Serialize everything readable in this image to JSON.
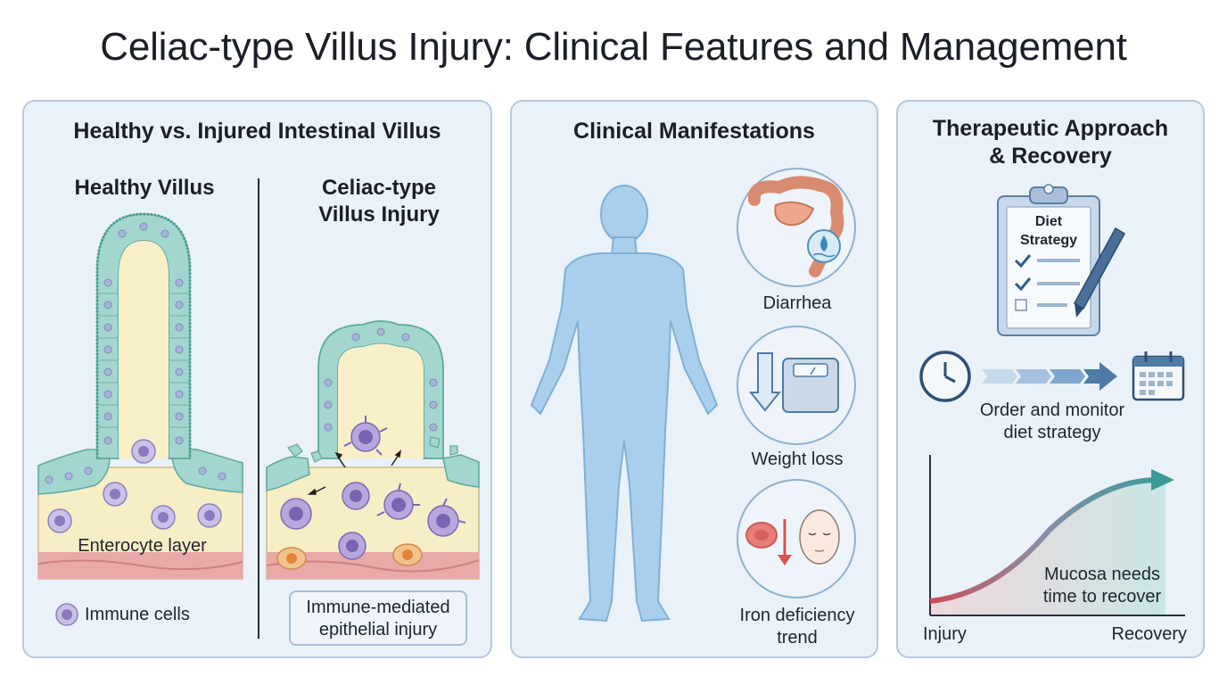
{
  "title": "Celiac-type Villus Injury: Clinical Features and Management",
  "villus_panel": {
    "title": "Healthy vs. Injured Intestinal Villus",
    "healthy_label": "Healthy Villus",
    "injured_label_line1": "Celiac-type",
    "injured_label_line2": "Villus Injury",
    "enterocyte_label": "Enterocyte layer",
    "immune_legend": "Immune cells",
    "injury_box_line1": "Immune-mediated",
    "injury_box_line2": "epithelial injury"
  },
  "clinical_panel": {
    "title": "Clinical Manifestations",
    "symptoms": [
      "Diarrhea",
      "Weight loss",
      "Iron deficiency",
      "trend"
    ]
  },
  "therapy_panel": {
    "title_line1": "Therapeutic Approach",
    "title_line2": "& Recovery",
    "clipboard_line1": "Diet",
    "clipboard_line2": "Strategy",
    "monitor_line1": "Order and monitor",
    "monitor_line2": "diet strategy",
    "curve_label_line1": "Mucosa needs",
    "curve_label_line2": "time to recover",
    "x_start": "Injury",
    "x_end": "Recovery"
  },
  "colors": {
    "panel_bg": "#eaf1f8",
    "panel_border": "#b7c9dc",
    "epithelium": "#9fd3cc",
    "lamina": "#f8efc8",
    "immune_cell": "#9d8ac7",
    "body": "#a9cfec",
    "arrow_blue": "#4f7ba6",
    "curve_start": "#c94d5a",
    "curve_end": "#3a9a98"
  }
}
